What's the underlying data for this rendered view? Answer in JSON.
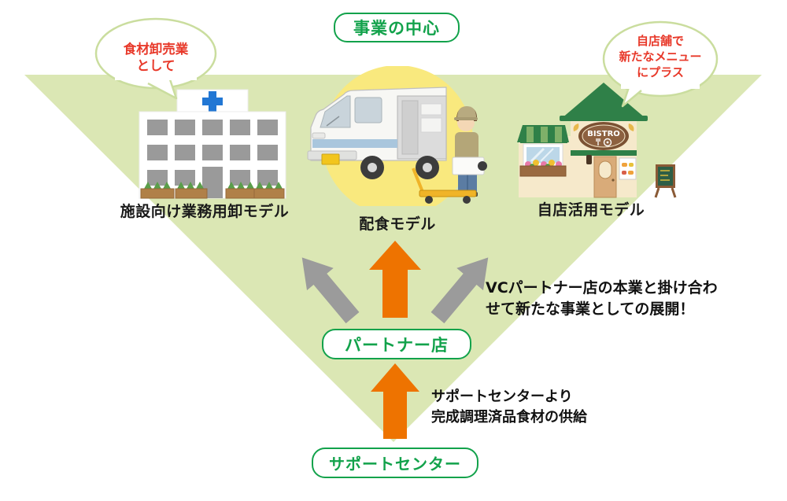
{
  "diagram_title": "事業の中心",
  "nodes": {
    "business_center": {
      "label": "事業の中心"
    },
    "partner_store": {
      "label": "パートナー店"
    },
    "support_center": {
      "label": "サポートセンター"
    }
  },
  "bubbles": {
    "left": {
      "lines": [
        "食材卸売業",
        "として"
      ]
    },
    "right": {
      "lines": [
        "自店舗で",
        "新たなメニュー",
        "にプラス"
      ]
    }
  },
  "models": {
    "facility": {
      "label": "施設向け業務用卸モデル",
      "icon": "facility-building-icon"
    },
    "delivery": {
      "label": "配食モデル",
      "icon": "delivery-van-icon"
    },
    "bistro": {
      "label": "自店活用モデル",
      "icon": "bistro-shop-icon",
      "sign_text": "BISTRO"
    }
  },
  "annotations": {
    "partner_note": {
      "line1": "VCパートナー店の本業と掛け合わ",
      "line2": "せて新たな事業としての展開！"
    },
    "supply_note": {
      "line1": "サポートセンターより",
      "line2": "完成調理済品食材の供給"
    }
  },
  "colors": {
    "triangle": "#dbe7b4",
    "green_accent": "#12a24b",
    "bubble_border": "#cadd9e",
    "red_text": "#e8392a",
    "orange_arrow": "#ee7300",
    "gray_arrow": "#9b9b9b",
    "yellow_circle": "#f9e97e",
    "roof_green": "#2f8048"
  }
}
